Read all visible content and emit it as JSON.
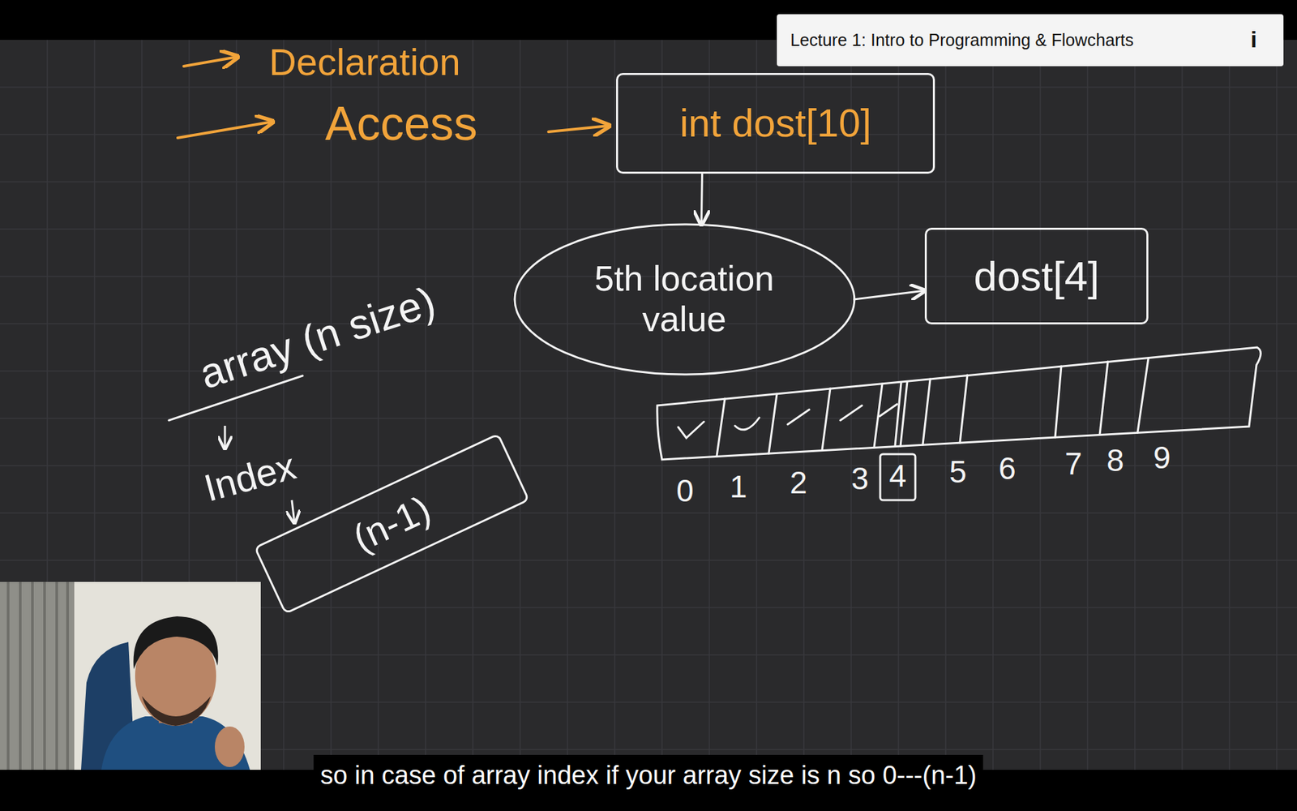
{
  "diagram": {
    "title": "Lecture 1: Intro to Programming & Flowcharts",
    "caption": "so in case of array index if your array size is n so 0---(n-1)",
    "nodes": [
      {
        "text": [
          "int dost[10]"
        ]
      },
      {
        "text": [
          "5th location value"
        ]
      },
      {
        "text": [
          "dost[4]"
        ]
      },
      {
        "text": [
          "(n-1)"
        ]
      }
    ],
    "edges": [
      {
        "from": 0,
        "to": 1,
        "arrow": "to"
      },
      {
        "from": 1,
        "to": 2,
        "arrow": "to"
      }
    ],
    "labels": [
      "Declaration",
      "Access",
      "array (n size)",
      "Index",
      "0",
      "1",
      "2",
      "3",
      "4",
      "5",
      "6",
      "7",
      "8",
      "9",
      "i"
    ]
  }
}
